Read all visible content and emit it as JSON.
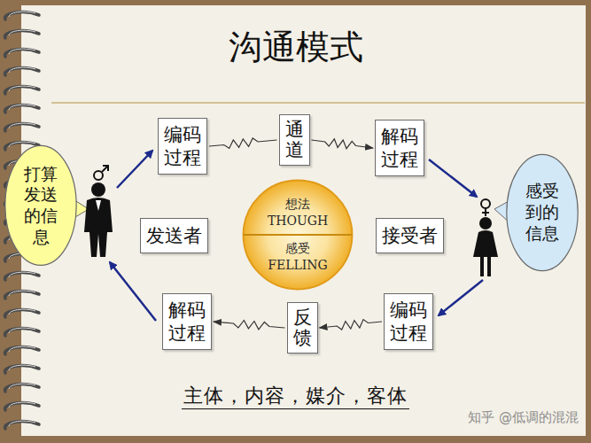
{
  "diagram": {
    "title": "沟通模式",
    "caption": "主体，内容，媒介，客体",
    "nodes": [
      {
        "text": [
          "打算发送的信息"
        ]
      },
      {
        "text": [
          "编码过程"
        ]
      },
      {
        "text": [
          "通道"
        ]
      },
      {
        "text": [
          "解码过程"
        ]
      },
      {
        "text": [
          "感受到的信息"
        ]
      },
      {
        "text": [
          "想法 THOUGH",
          "感受 FELLING"
        ]
      },
      {
        "text": [
          "发送者"
        ]
      },
      {
        "text": [
          "接受者"
        ]
      },
      {
        "text": [
          "解码过程"
        ]
      },
      {
        "text": [
          "反馈"
        ]
      },
      {
        "text": [
          "编码过程"
        ]
      }
    ],
    "edges": [
      {
        "from": 1,
        "to": 2,
        "arrow": "none"
      },
      {
        "from": 2,
        "to": 3,
        "arrow": "to"
      },
      {
        "from": 10,
        "to": 9,
        "arrow": "to"
      },
      {
        "from": 9,
        "to": 8,
        "arrow": "to"
      }
    ],
    "labels": [
      "知乎 @低调的混混"
    ]
  }
}
